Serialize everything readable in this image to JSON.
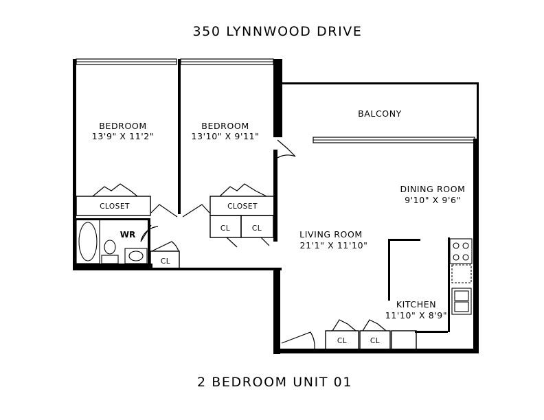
{
  "title": "350 LYNNWOOD DRIVE",
  "subtitle": "2 BEDROOM UNIT 01",
  "rooms": {
    "bedroom1": {
      "name": "BEDROOM",
      "dims": "13'9\"  X  11'2\""
    },
    "bedroom2": {
      "name": "BEDROOM",
      "dims": "13'10\"  X  9'11\""
    },
    "balcony": {
      "name": "BALCONY"
    },
    "dining": {
      "name": "DINING ROOM",
      "dims": "9'10\"  X  9'6\""
    },
    "living": {
      "name": "LIVING ROOM",
      "dims": "21'1\"  X  11'10\""
    },
    "kitchen": {
      "name": "KITCHEN",
      "dims": "11'10\"  X  8'9\""
    },
    "washroom": {
      "name": "WR"
    }
  },
  "closets": {
    "closet1": "CLOSET",
    "closet2": "CLOSET",
    "cl_a": "CL",
    "cl_b": "CL",
    "cl_c": "CL",
    "cl_d": "CL",
    "cl_e": "CL"
  }
}
